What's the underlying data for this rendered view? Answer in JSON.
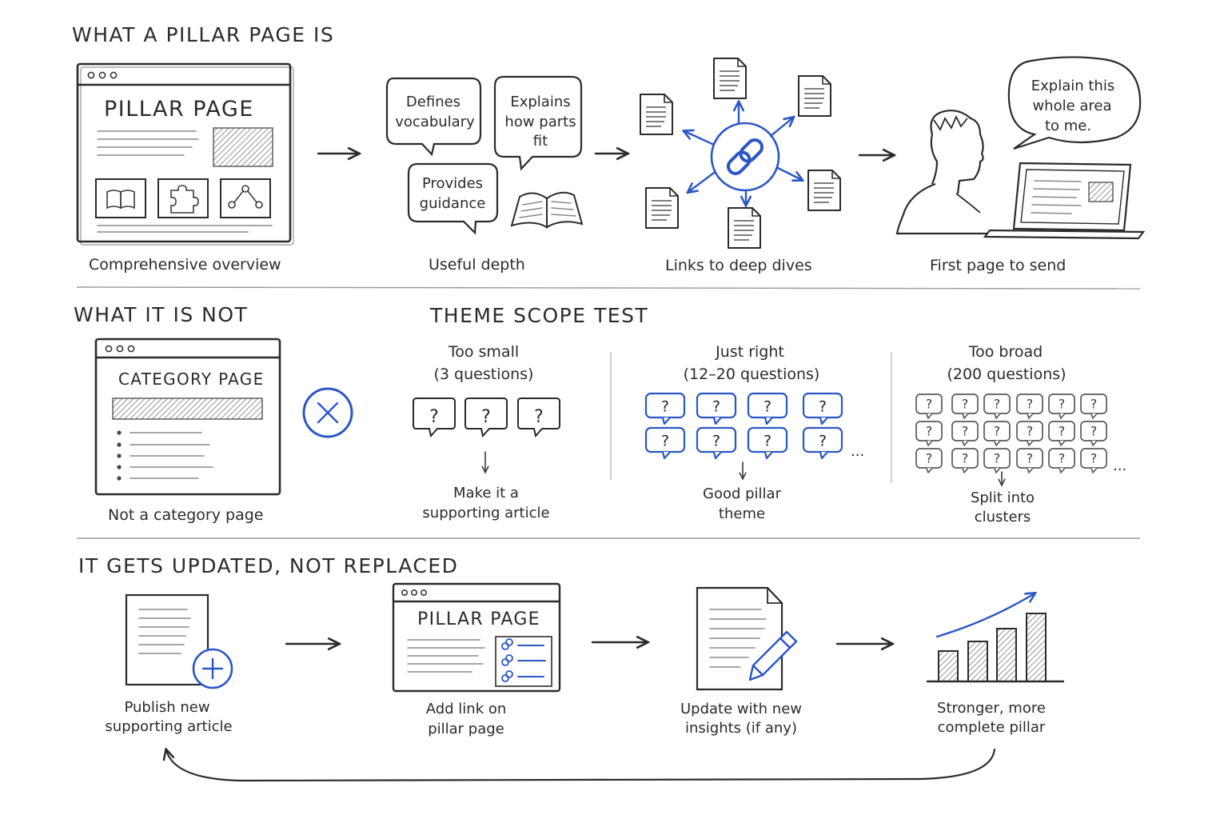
{
  "sections": {
    "what_is": {
      "heading": "WHAT A PILLAR PAGE IS",
      "browser_title": "PILLAR PAGE",
      "captions": [
        "Comprehensive overview",
        "Useful depth",
        "Links to deep dives",
        "First page to send"
      ],
      "bubbles": {
        "defines": [
          "Defines",
          "vocabulary"
        ],
        "explains": [
          "Explains",
          "how parts",
          "fit"
        ],
        "guidance": [
          "Provides",
          "guidance"
        ],
        "speech": [
          "Explain this",
          "whole area",
          "to me."
        ]
      }
    },
    "is_not": {
      "heading": "WHAT IT IS NOT",
      "browser_title": "CATEGORY PAGE",
      "caption": "Not a category page"
    },
    "scope_test": {
      "heading": "THEME SCOPE TEST",
      "columns": [
        {
          "title": "Too small",
          "subtitle": "(3 questions)",
          "result": [
            "Make it a",
            "supporting article"
          ]
        },
        {
          "title": "Just right",
          "subtitle": "(12–20 questions)",
          "result": [
            "Good pillar",
            "theme"
          ]
        },
        {
          "title": "Too broad",
          "subtitle": "(200 questions)",
          "result": [
            "Split into",
            "clusters"
          ]
        }
      ],
      "question_mark": "?",
      "ellipsis": "..."
    },
    "updated": {
      "heading": "IT GETS UPDATED, NOT REPLACED",
      "browser_title": "PILLAR PAGE",
      "steps": [
        [
          "Publish new",
          "supporting article"
        ],
        [
          "Add link on",
          "pillar page"
        ],
        [
          "Update with new",
          "insights (if any)"
        ],
        [
          "Stronger, more",
          "complete pillar"
        ]
      ]
    }
  },
  "colors": {
    "accent": "#2a56c6",
    "ink": "#2b2b2b",
    "divider": "#9a9a9a"
  },
  "icons": [
    "book-icon",
    "puzzle-icon",
    "network-icon",
    "link-icon",
    "document-icon",
    "open-book-icon",
    "person-icon",
    "laptop-icon",
    "x-circle-icon",
    "question-bubble-icon",
    "plus-circle-icon",
    "pencil-icon",
    "bar-chart-icon",
    "cycle-arrow-icon"
  ]
}
